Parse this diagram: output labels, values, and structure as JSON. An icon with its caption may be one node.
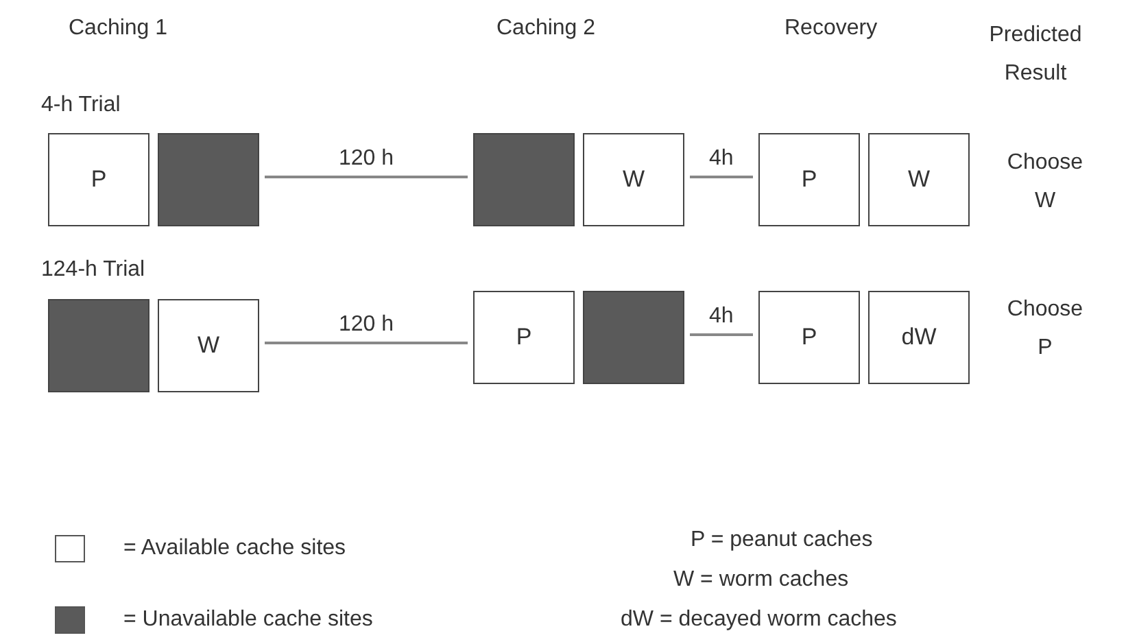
{
  "diagram": {
    "nodes": [
      {
        "text": [
          "P"
        ]
      },
      {
        "text": [],
        "shape": "box"
      },
      {
        "text": [],
        "shape": "box"
      },
      {
        "text": [
          "W"
        ]
      },
      {
        "text": [
          "P"
        ]
      },
      {
        "text": [
          "W"
        ]
      },
      {
        "text": [],
        "shape": "box"
      },
      {
        "text": [
          "W"
        ]
      },
      {
        "text": [
          "P"
        ]
      },
      {
        "text": [],
        "shape": "box"
      },
      {
        "text": [
          "P"
        ]
      },
      {
        "text": [
          "dW"
        ]
      }
    ],
    "edges": [
      {
        "from": 1,
        "to": 2,
        "arrow": "none",
        "label": "120 h"
      },
      {
        "from": 3,
        "to": 4,
        "arrow": "none",
        "label": "4h"
      },
      {
        "from": 7,
        "to": 8,
        "arrow": "none",
        "label": "120 h"
      },
      {
        "from": 9,
        "to": 10,
        "arrow": "none",
        "label": "4h"
      }
    ],
    "labels": [
      "Caching 1",
      "Caching 2",
      "Recovery",
      "Predicted Result",
      "4-h Trial",
      "Choose W",
      "124-h Trial",
      "Choose P",
      "P = peanut caches",
      "W = worm caches",
      "dW = decayed worm caches"
    ],
    "legend": [
      {
        "text": "= Available cache sites",
        "color": "#ffffff"
      },
      {
        "text": "= Unavailable cache sites",
        "color": "#5a5a5a"
      }
    ]
  }
}
